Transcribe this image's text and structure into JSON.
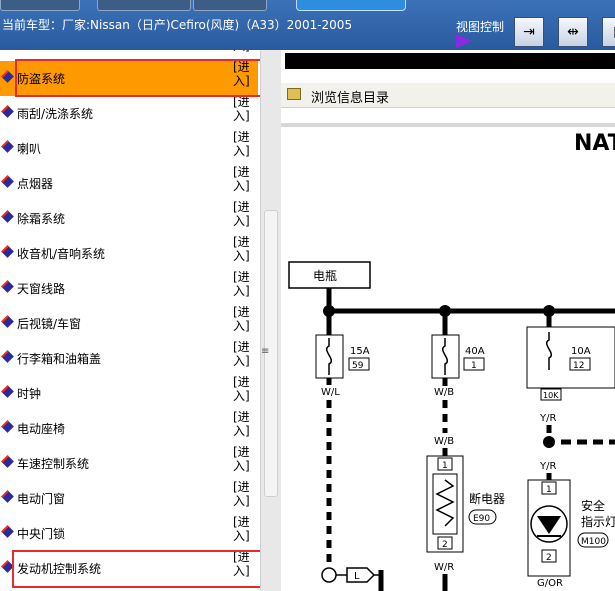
{
  "header": {
    "vehicle_label": "当前车型：厂家:Nissan（日产)Cefiro(风度)（A33）2001-2005",
    "view_control_label": "视图控制"
  },
  "view_buttons": [
    {
      "icon": "align-right-arrow-icon",
      "glyph": "⇥"
    },
    {
      "icon": "expand-horizontal-icon",
      "glyph": "⇹"
    },
    {
      "icon": "split-view-icon",
      "glyph": "▮"
    }
  ],
  "sidebar": {
    "enter_label": "[进入]",
    "items": [
      {
        "label": "防盗系统",
        "selected": true
      },
      {
        "label": "雨刮/洗涤系统"
      },
      {
        "label": "喇叭"
      },
      {
        "label": "点烟器"
      },
      {
        "label": "除霜系统"
      },
      {
        "label": "收音机/音响系统"
      },
      {
        "label": "天窗线路"
      },
      {
        "label": "后视镜/车窗"
      },
      {
        "label": "行李箱和油箱盖"
      },
      {
        "label": "时钟"
      },
      {
        "label": "电动座椅"
      },
      {
        "label": "车速控制系统"
      },
      {
        "label": "电动门窗"
      },
      {
        "label": "中央门锁"
      },
      {
        "label": "发动机控制系统"
      }
    ]
  },
  "content": {
    "catalog_label": "浏览信息目录",
    "page_heading": "NAT",
    "diagram": {
      "battery_label": "电瓶",
      "fuse1": {
        "amp": "15A",
        "num": "59",
        "wire": "W/L"
      },
      "fuse2": {
        "amp": "40A",
        "num": "1",
        "wire": "W/B"
      },
      "fuse3": {
        "amp": "10A",
        "num": "12",
        "connector": "10K",
        "wire": "Y/R",
        "wire_below": "Y/R"
      },
      "wire_wb_mid": "W/B",
      "breaker_label": "断电器",
      "breaker_code": "E90",
      "breaker_pin_top": "1",
      "breaker_pin_bottom": "2",
      "breaker_wire_bottom": "W/R",
      "lamp_label_1": "安全",
      "lamp_label_2": "指示灯",
      "lamp_code": "M100",
      "lamp_pin_top": "1",
      "lamp_pin_bottom": "2",
      "lamp_wire_bottom": "G/OR",
      "bottom_connector": "L"
    }
  }
}
